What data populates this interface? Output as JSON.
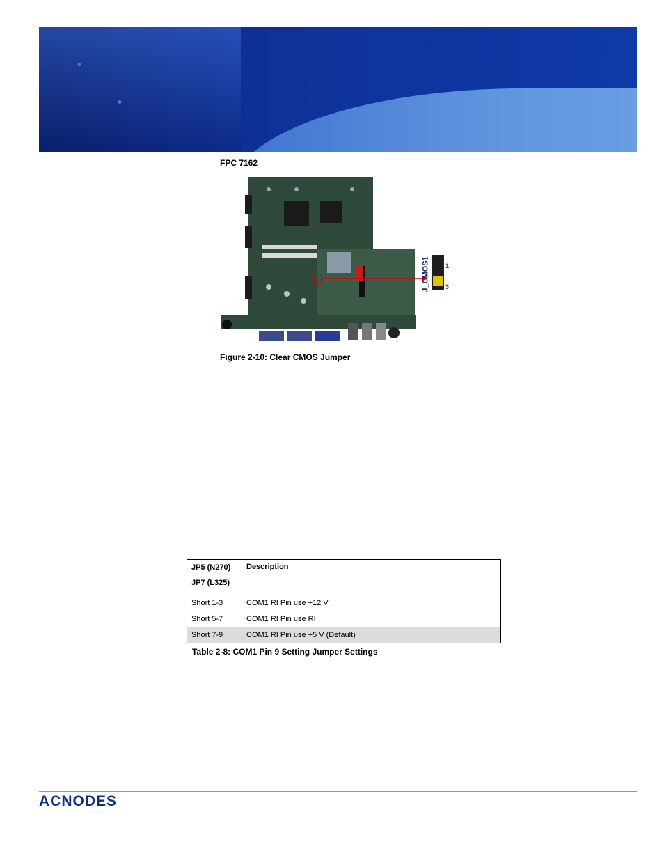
{
  "header": {
    "banner": "circuit-board-banner"
  },
  "figure": {
    "board_label": "FPC 7162",
    "jumper_label": "J_CMOS1",
    "pin_top": "1",
    "pin_bottom": "3",
    "caption": "Figure 2-10: Clear CMOS Jumper"
  },
  "table": {
    "headers": [
      "JP5 (N270)",
      "JP7 (L325)",
      "Description"
    ],
    "rows": [
      {
        "setting": "Short 1-3",
        "description": "COM1 RI Pin use +12 V"
      },
      {
        "setting": "Short 5-7",
        "description": "COM1 RI Pin use RI"
      },
      {
        "setting": "Short 7-9",
        "description": "COM1 RI Pin use +5 V (Default)"
      }
    ],
    "caption": "Table 2-8: COM1 Pin 9 Setting Jumper Settings"
  },
  "footer": {
    "logo_text": "ACNODES"
  },
  "colors": {
    "brand_blue": "#0f2f85",
    "footer_rule": "#d9844a",
    "default_row": "#dcdcdc"
  }
}
